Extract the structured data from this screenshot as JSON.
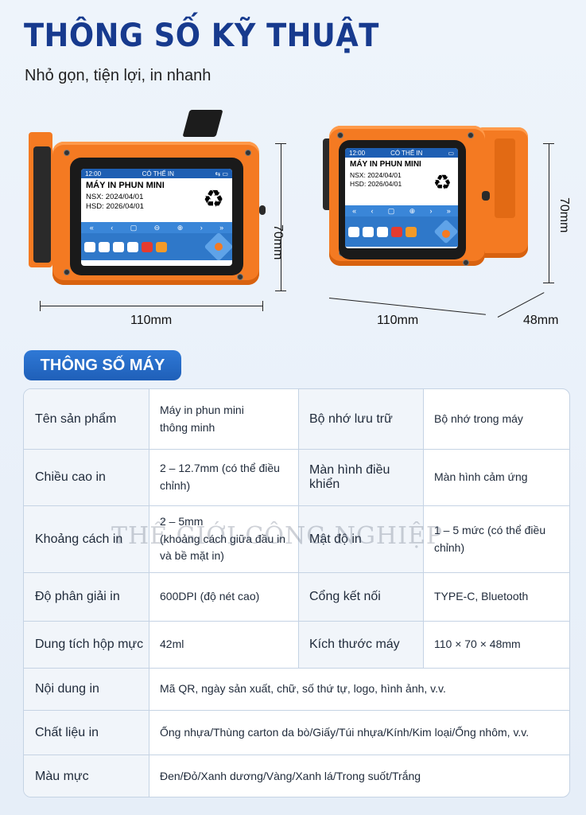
{
  "header": {
    "title": "THÔNG SỐ KỸ THUẬT",
    "subtitle": "Nhỏ gọn, tiện lợi, in nhanh"
  },
  "device_screen": {
    "time": "12:00",
    "status": "CÓ THỂ IN",
    "line1": "MÁY IN PHUN MINI",
    "line2": "NSX: 2024/04/01",
    "line3": "HSD: 2026/04/01"
  },
  "dimensions": {
    "front_width": "110mm",
    "front_height": "70mm",
    "side_width": "110mm",
    "side_height": "70mm",
    "side_depth": "48mm"
  },
  "spec": {
    "tab_label": "THÔNG SỐ MÁY",
    "rows": [
      {
        "l1": "Tên sản phẩm",
        "v1": "Máy in phun mini\nthông minh",
        "l2": "Bộ nhớ lưu trữ",
        "v2": "Bộ nhớ trong máy"
      },
      {
        "l1": "Chiều cao in",
        "v1": "2 – 12.7mm (có thể điều chỉnh)",
        "l2": "Màn hình điều khiển",
        "v2": "Màn hình cảm ứng"
      },
      {
        "l1": "Khoảng cách in",
        "v1": "2 – 5mm\n(khoảng cách giữa đầu in\nvà bề mặt in)",
        "l2": "Mật độ in",
        "v2": "1 – 5 mức (có thể điều chỉnh)"
      },
      {
        "l1": "Độ phân giải in",
        "v1": "600DPI (độ nét cao)",
        "l2": "Cổng kết nối",
        "v2": "TYPE-C, Bluetooth"
      },
      {
        "l1": "Dung tích hộp mực",
        "v1": "42ml",
        "l2": "Kích thước máy",
        "v2": "110 × 70 × 48mm"
      },
      {
        "l1": "Nội dung in",
        "v1": "Mã QR, ngày sản xuất, chữ, số thứ tự, logo, hình ảnh, v.v."
      },
      {
        "l1": "Chất liệu in",
        "v1": "Ống nhựa/Thùng carton da bò/Giấy/Túi nhựa/Kính/Kim loại/Ống nhôm, v.v."
      },
      {
        "l1": "Màu mực",
        "v1": "Đen/Đỏ/Xanh dương/Vàng/Xanh lá/Trong suốt/Trắng"
      }
    ]
  },
  "watermark": "THẾ GIỚI CÔNG NGHIỆP",
  "colors": {
    "title": "#173a8e",
    "device_orange": "#f47a22",
    "tab_blue": "#1f5fb8"
  }
}
